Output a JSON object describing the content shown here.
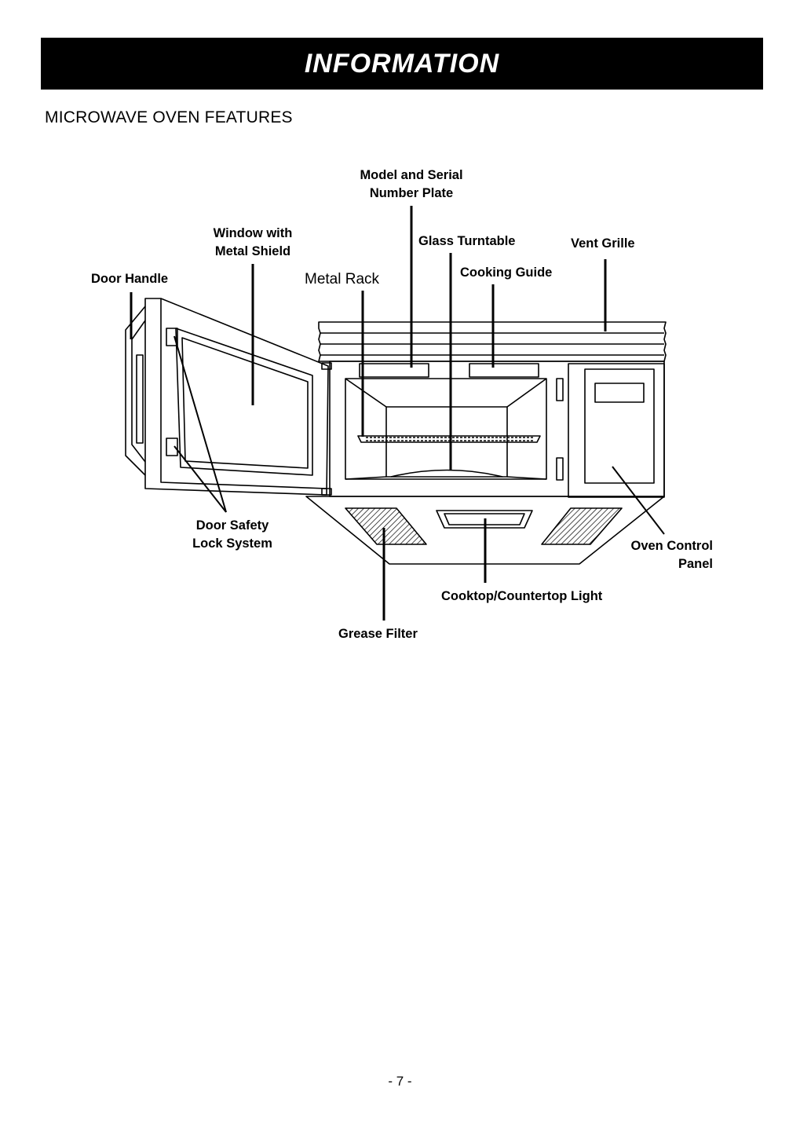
{
  "header": {
    "banner_title": "INFORMATION",
    "section_title": "MICROWAVE OVEN FEATURES"
  },
  "diagram": {
    "labels": {
      "model_serial_line1": "Model and Serial",
      "model_serial_line2": "Number Plate",
      "window_line1": "Window with",
      "window_line2": "Metal Shield",
      "glass_turntable": "Glass Turntable",
      "vent_grille": "Vent Grille",
      "door_handle": "Door Handle",
      "metal_rack": "Metal Rack",
      "cooking_guide": "Cooking Guide",
      "door_safety_line1": "Door Safety",
      "door_safety_line2": "Lock System",
      "oven_control_line1": "Oven Control",
      "oven_control_line2": "Panel",
      "cooktop_light": "Cooktop/Countertop Light",
      "grease_filter": "Grease Filter"
    }
  },
  "footer": {
    "page_number": "- 7 -"
  }
}
